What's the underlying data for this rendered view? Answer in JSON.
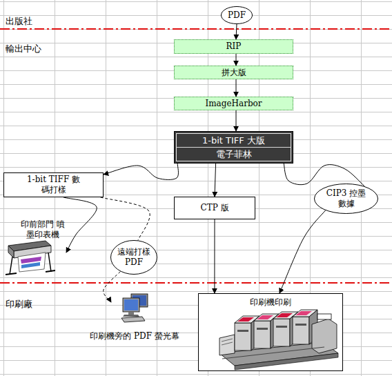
{
  "diagram": {
    "nodes": [
      {
        "text": [
          "PDF"
        ]
      },
      {
        "text": [
          "RIP"
        ]
      },
      {
        "text": [
          "拼大版"
        ]
      },
      {
        "text": [
          "ImageHarbor"
        ]
      },
      {
        "text": [
          "1-bit TIFF 大版",
          "電子菲林"
        ]
      },
      {
        "text": [
          "1-bit TIFF 數碼打樣"
        ]
      },
      {
        "text": [
          "CTP 版"
        ]
      },
      {
        "text": [
          "CIP3 控墨數據"
        ]
      },
      {
        "text": [
          "印前部門 噴墨印表機"
        ]
      },
      {
        "text": [
          "遠端打樣 PDF"
        ]
      },
      {
        "text": [
          "印刷機印刷"
        ]
      },
      {
        "text": [
          "印刷機旁的 PDF 螢光幕"
        ]
      }
    ],
    "edges": [
      {
        "from": 0,
        "to": 1,
        "arrow": "to"
      },
      {
        "from": 1,
        "to": 2,
        "arrow": "to"
      },
      {
        "from": 2,
        "to": 3,
        "arrow": "to"
      },
      {
        "from": 3,
        "to": 4,
        "arrow": "to"
      },
      {
        "from": 4,
        "to": 5,
        "arrow": "to"
      },
      {
        "from": 4,
        "to": 6,
        "arrow": "to"
      },
      {
        "from": 4,
        "to": 7,
        "arrow": "none"
      },
      {
        "from": 7,
        "to": 10,
        "arrow": "to"
      },
      {
        "from": 5,
        "to": 8,
        "arrow": "to"
      },
      {
        "from": 5,
        "to": 9,
        "arrow": "none"
      },
      {
        "from": 9,
        "to": 11,
        "arrow": "to"
      },
      {
        "from": 6,
        "to": 10,
        "arrow": "to"
      }
    ],
    "labels": [
      "出版社",
      "輸出中心",
      "印刷廠"
    ]
  }
}
